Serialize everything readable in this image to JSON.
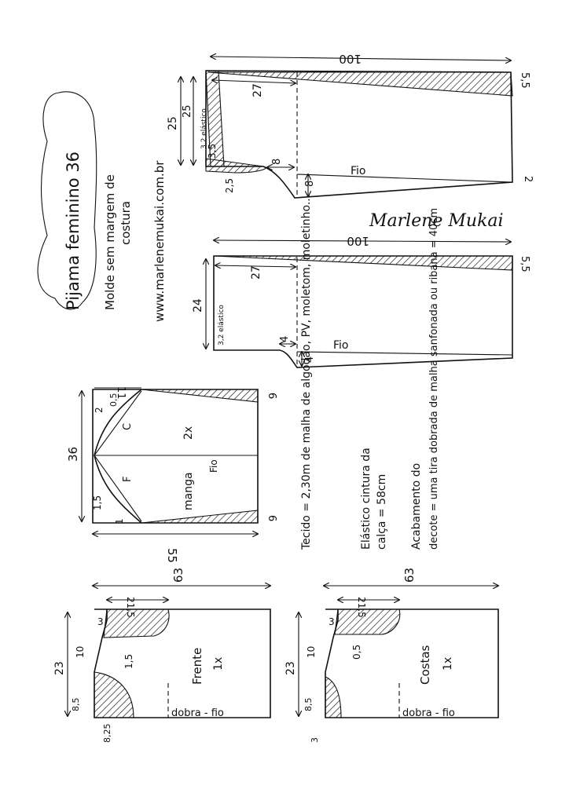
{
  "header": {
    "title": "Pijama feminino 36",
    "subtitle_line1": "Molde sem margem de",
    "subtitle_line2": "costura",
    "website": "www.marlenemukai.com.br",
    "signature": "Marlene Mukai"
  },
  "pants_back": {
    "length": "100",
    "hem_left": "5,5",
    "hem_right": "2",
    "crotch_depth": "27",
    "rise_total": "25",
    "rise_inner": "25",
    "elastic_label": "3,2 elástico",
    "elastic_small": "3,5",
    "crotch_ext_h": "8",
    "crotch_ext_v": "8",
    "crotch_offset": "2,5",
    "grain": "Fio"
  },
  "pants_front": {
    "length": "100",
    "hem": "5,5",
    "crotch_depth": "27",
    "rise": "24",
    "elastic_label": "3,2 elástico",
    "crotch_ext_h": "4",
    "crotch_ext_v": "4",
    "grain": "Fio"
  },
  "sleeve": {
    "width": "36",
    "length": "55",
    "cap_height": "11",
    "hem_shape": "6",
    "hem_shape2": "6",
    "curve_c1": "2",
    "curve_c2": "0,5",
    "curve_f1": "1,5",
    "curve_f2": "1",
    "label_c": "C",
    "label_f": "F",
    "label_count": "2x",
    "grain": "Fio",
    "name": "manga"
  },
  "notes": {
    "fabric": "Tecido = 2,30m de malha de algodão, PV, moletom, moletinho...",
    "elastic_title": "Elástico cintura da",
    "elastic_value": "calça = 58cm",
    "finish_title": "Acabamento do",
    "finish_text": "decote = uma tira dobrada de malha sanfonada ou ribana = 40cm"
  },
  "front_bodice": {
    "label": "Frente",
    "count": "1x",
    "length": "63",
    "half_width": "23",
    "shoulder": "21,5",
    "neck_drop": "3",
    "shoulder_len": "10",
    "armhole_curve": "1,5",
    "neck_w": "8,5",
    "neck_d": "8,25",
    "fold": "dobra - fio"
  },
  "back_bodice": {
    "label": "Costas",
    "count": "1x",
    "length": "63",
    "half_width": "23",
    "shoulder": "21,5",
    "neck_drop": "3",
    "shoulder_len": "10",
    "armhole_curve": "0,5",
    "neck_w": "8,5",
    "neck_d": "3",
    "fold": "dobra - fio"
  }
}
